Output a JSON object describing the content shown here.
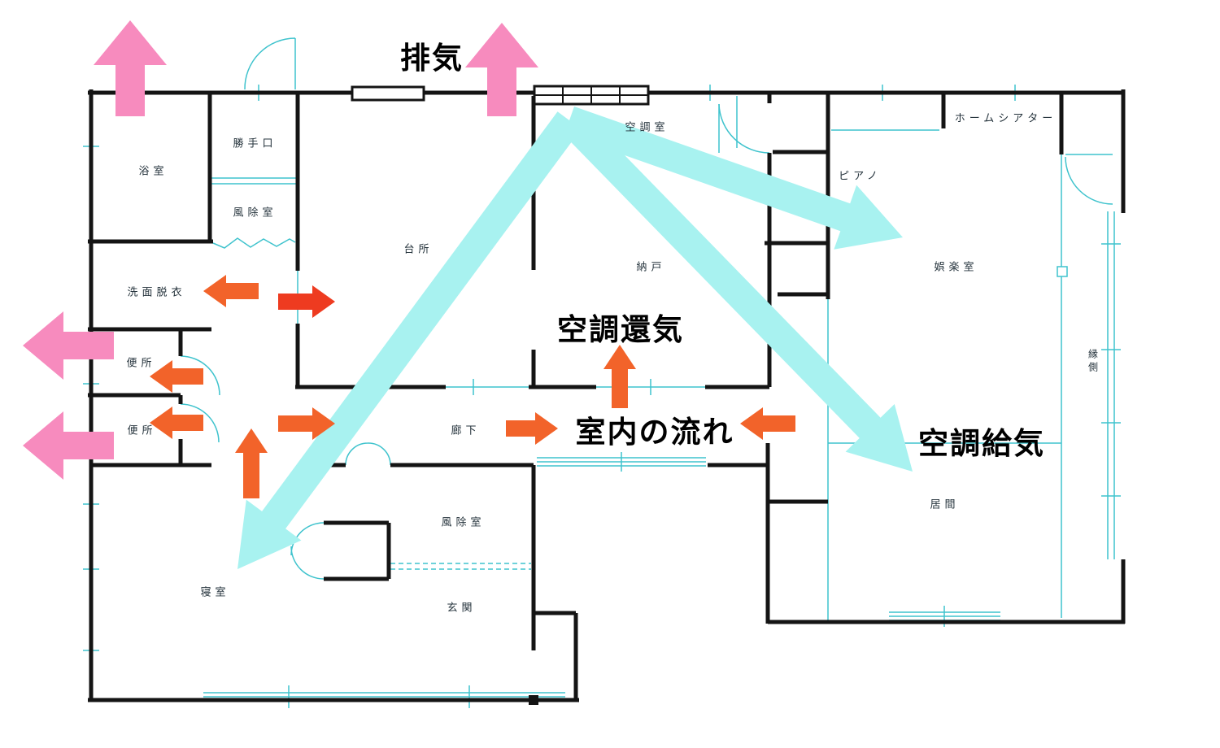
{
  "figure": {
    "type": "floor-plan-airflow-diagram",
    "description": "Japanese house floor plan with HVAC airflow arrows"
  },
  "colors": {
    "plan_line_cyan": "#3FC3CD",
    "wall_black": "#141414",
    "exhaust_pink": "#F78BBE",
    "flow_orange": "#F2632A",
    "flow_red_orange": "#EE3B20",
    "supply_pale_cyan": "#A8F2F0",
    "label_color": "#25333c",
    "background": "#FFFFFF"
  },
  "rooms": [
    {
      "id": "bath",
      "label": "浴室"
    },
    {
      "id": "back-door",
      "label": "勝手口"
    },
    {
      "id": "windbreak-upper",
      "label": "風除室"
    },
    {
      "id": "kitchen",
      "label": "台所"
    },
    {
      "id": "washroom",
      "label": "洗面脱衣"
    },
    {
      "id": "toilet-1",
      "label": "便所"
    },
    {
      "id": "toilet-2",
      "label": "便所"
    },
    {
      "id": "corridor",
      "label": "廊下"
    },
    {
      "id": "bedroom",
      "label": "寝室"
    },
    {
      "id": "windbreak-lower",
      "label": "風除室"
    },
    {
      "id": "entrance",
      "label": "玄関"
    },
    {
      "id": "ac-room",
      "label": "空調室"
    },
    {
      "id": "storage",
      "label": "納戸"
    },
    {
      "id": "piano",
      "label": "ピアノ"
    },
    {
      "id": "home-theater",
      "label": "ホームシアター"
    },
    {
      "id": "recreation",
      "label": "娯楽室"
    },
    {
      "id": "living",
      "label": "居間"
    },
    {
      "id": "engawa",
      "label": "縁側"
    }
  ],
  "annotations": {
    "exhaust": "排気",
    "ac_return": "空調還気",
    "indoor_flow": "室内の流れ",
    "ac_supply": "空調給気"
  },
  "airflow": {
    "exhaust_arrows": [
      {
        "location": "bathroom-top",
        "direction": "up"
      },
      {
        "location": "ac-room-top",
        "direction": "up"
      },
      {
        "location": "toilet-1-left",
        "direction": "left"
      },
      {
        "location": "toilet-2-left",
        "direction": "left"
      }
    ],
    "indoor_flow_arrows": [
      {
        "location": "washroom",
        "direction": "left"
      },
      {
        "location": "washroom-to-kitchen",
        "direction": "right"
      },
      {
        "location": "toilet-1",
        "direction": "left"
      },
      {
        "location": "toilet-2",
        "direction": "left"
      },
      {
        "location": "corridor-west",
        "direction": "right"
      },
      {
        "location": "bedroom-to-corridor",
        "direction": "up"
      },
      {
        "location": "corridor-to-storage-return",
        "direction": "up"
      },
      {
        "location": "corridor-center-west",
        "direction": "right"
      },
      {
        "location": "corridor-center-east",
        "direction": "left"
      }
    ],
    "supply_arrows": [
      {
        "from": "ac-room",
        "to": "bedroom"
      },
      {
        "from": "ac-room",
        "to": "recreation-room"
      },
      {
        "from": "ac-room",
        "to": "living-room"
      }
    ]
  }
}
